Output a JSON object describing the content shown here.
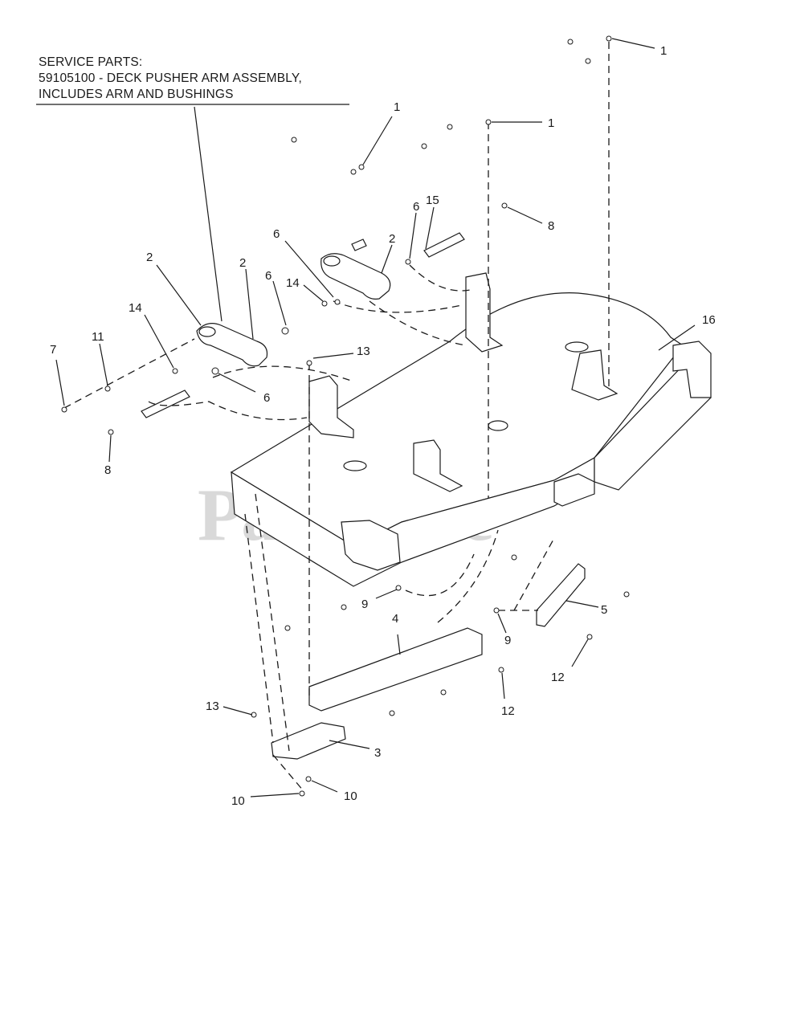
{
  "service_note": {
    "line1": "SERVICE PARTS:",
    "line2": "59105100 - DECK PUSHER ARM ASSEMBLY,",
    "line3": "INCLUDES ARM AND BUSHINGS"
  },
  "watermark": {
    "text": "PartsTree",
    "tm": "TM"
  },
  "callouts": [
    {
      "id": "c1a",
      "label": "1"
    },
    {
      "id": "c1b",
      "label": "1"
    },
    {
      "id": "c1c",
      "label": "1"
    },
    {
      "id": "c2a",
      "label": "2"
    },
    {
      "id": "c2b",
      "label": "2"
    },
    {
      "id": "c2c",
      "label": "2"
    },
    {
      "id": "c3",
      "label": "3"
    },
    {
      "id": "c4",
      "label": "4"
    },
    {
      "id": "c5",
      "label": "5"
    },
    {
      "id": "c6a",
      "label": "6"
    },
    {
      "id": "c6b",
      "label": "6"
    },
    {
      "id": "c6c",
      "label": "6"
    },
    {
      "id": "c6d",
      "label": "6"
    },
    {
      "id": "c7",
      "label": "7"
    },
    {
      "id": "c8a",
      "label": "8"
    },
    {
      "id": "c8b",
      "label": "8"
    },
    {
      "id": "c9a",
      "label": "9"
    },
    {
      "id": "c9b",
      "label": "9"
    },
    {
      "id": "c10a",
      "label": "10"
    },
    {
      "id": "c10b",
      "label": "10"
    },
    {
      "id": "c11",
      "label": "11"
    },
    {
      "id": "c12a",
      "label": "12"
    },
    {
      "id": "c12b",
      "label": "12"
    },
    {
      "id": "c13a",
      "label": "13"
    },
    {
      "id": "c13b",
      "label": "13"
    },
    {
      "id": "c14a",
      "label": "14"
    },
    {
      "id": "c14b",
      "label": "14"
    },
    {
      "id": "c15",
      "label": "15"
    },
    {
      "id": "c16",
      "label": "16"
    }
  ]
}
